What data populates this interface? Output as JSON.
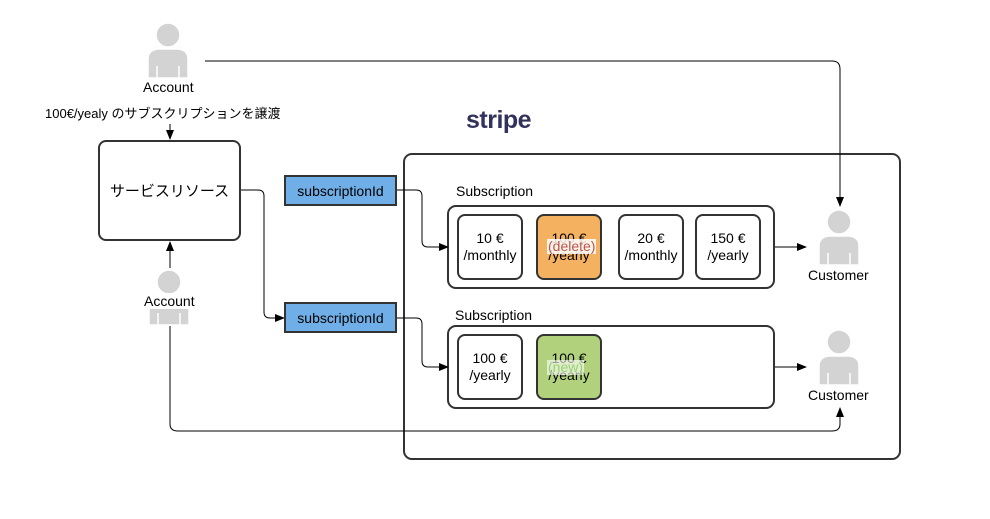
{
  "colors": {
    "stroke": "#333333",
    "person": "#d3d3d3",
    "subscription_id_fill": "#6faee6",
    "delete_fill": "#f4b160",
    "delete_text": "#b85450",
    "new_fill": "#b1d17d",
    "new_text": "#97d077"
  },
  "icons": {
    "person": "user-silhouette-icon",
    "stripe_logo": "stripe-logo"
  },
  "account_top": {
    "label": "Account"
  },
  "transfer_label": "100€/yealy のサブスクリプションを譲渡",
  "service_resource": {
    "label": "サービスリソース"
  },
  "account_bottom": {
    "label": "Account"
  },
  "stripe": {
    "logo_text": "stripe"
  },
  "subscription_id_1": "subscriptionId",
  "subscription_id_2": "subscriptionId",
  "subscription_1": {
    "title": "Subscription",
    "prices": [
      {
        "amount": "10 €",
        "period": "/monthly"
      },
      {
        "amount": "100 €",
        "period": "/yearly",
        "tag": "(delete)"
      },
      {
        "amount": "20 €",
        "period": "/monthly"
      },
      {
        "amount": "150 €",
        "period": "/yearly"
      }
    ]
  },
  "subscription_2": {
    "title": "Subscription",
    "prices": [
      {
        "amount": "100 €",
        "period": "/yearly"
      },
      {
        "amount": "100 €",
        "period": "/yearly",
        "tag": "(new)"
      }
    ]
  },
  "customer_1": {
    "label": "Customer"
  },
  "customer_2": {
    "label": "Customer"
  }
}
